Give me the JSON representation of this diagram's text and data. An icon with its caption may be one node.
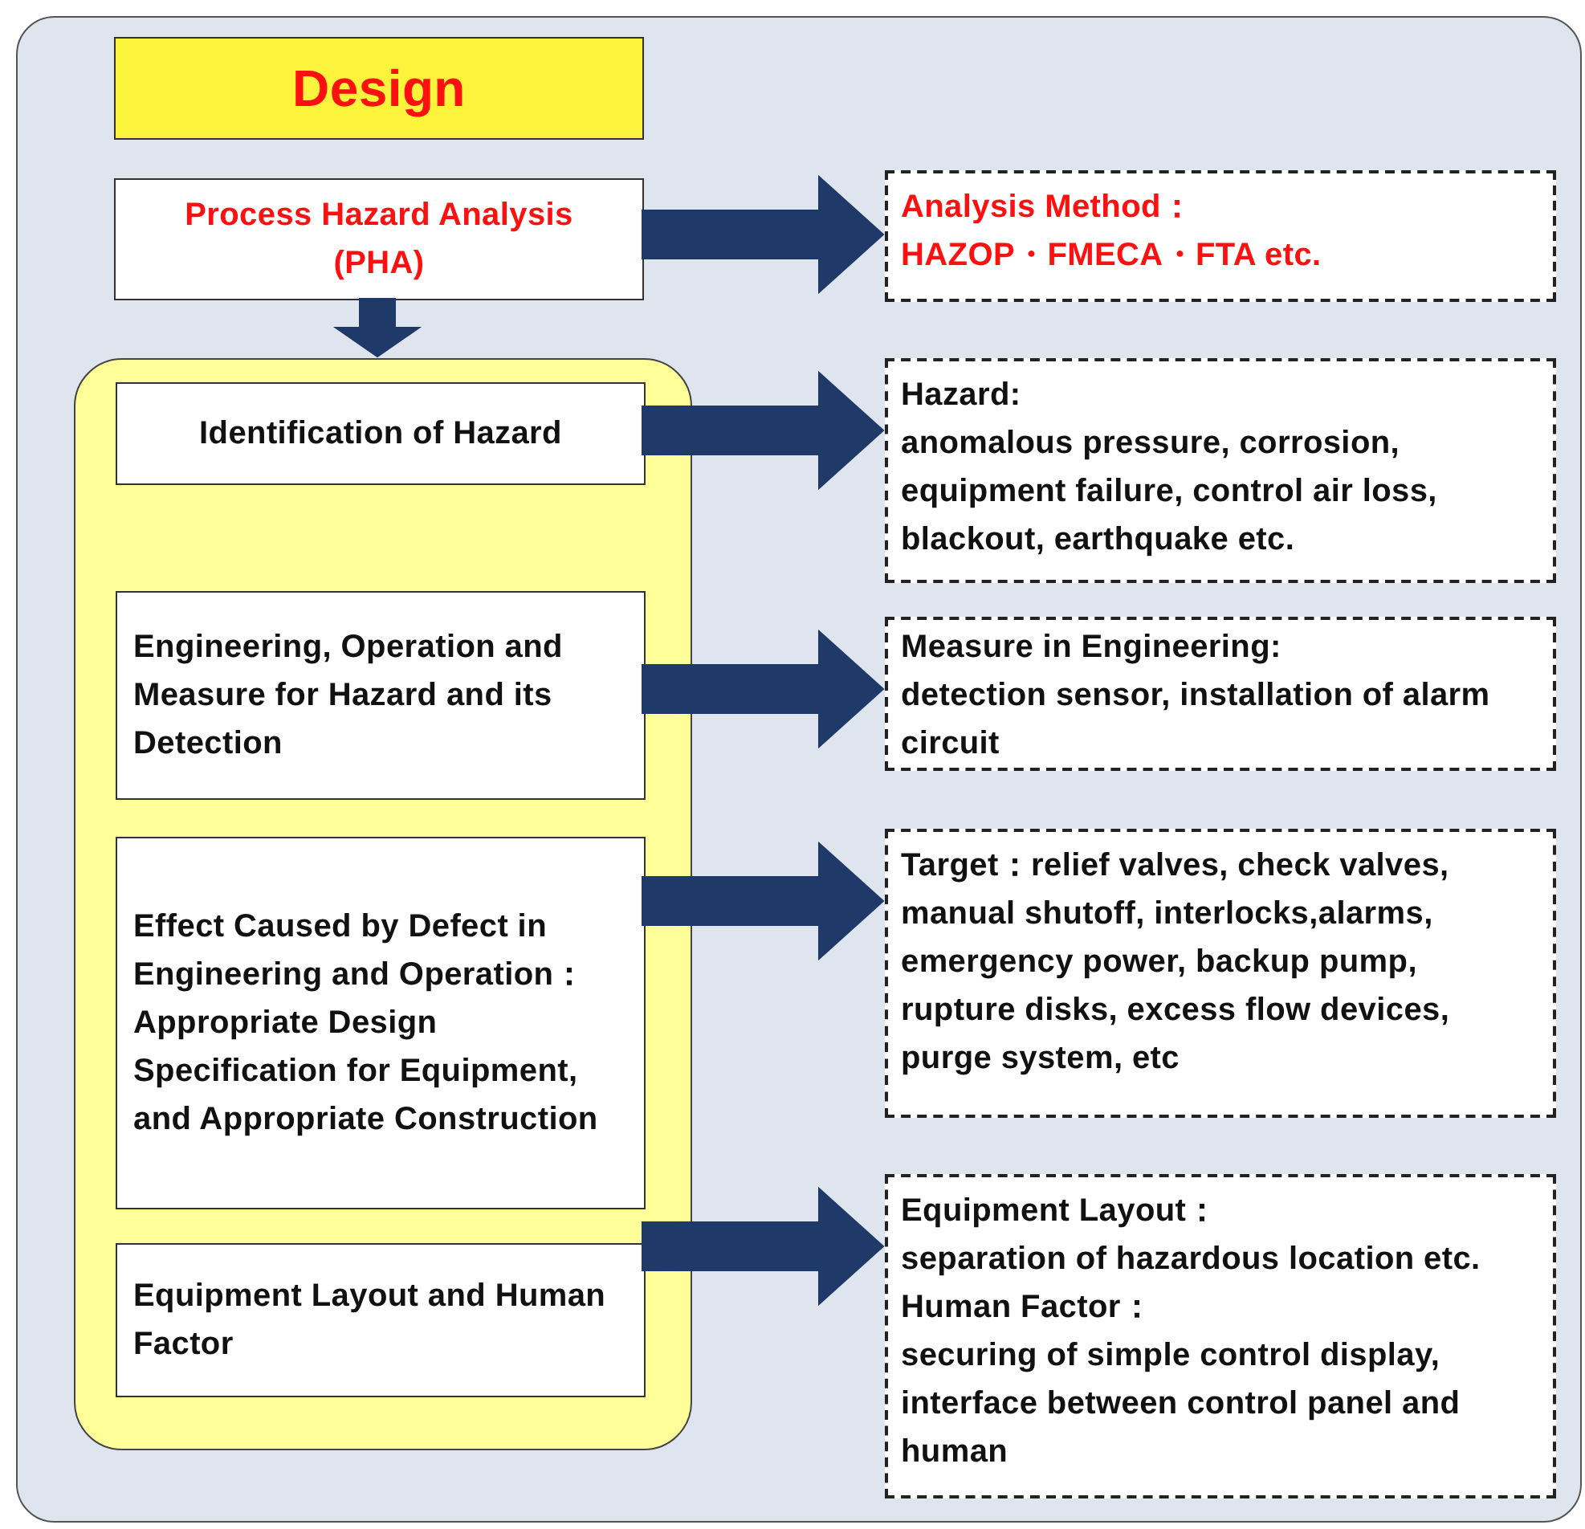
{
  "diagram": {
    "nodes": [
      {
        "text": [],
        "shape": "box"
      },
      {
        "text": [
          "Design"
        ],
        "in": 0
      },
      {
        "text": [
          "Process Hazard Analysis (PHA)"
        ],
        "in": 0
      },
      {
        "text": [
          "Analysis Method：",
          "HAZOP・FMECA・FTA etc."
        ],
        "in": 0
      },
      {
        "text": [],
        "shape": "box",
        "in": 0
      },
      {
        "text": [
          "Identification of Hazard"
        ],
        "in": 4
      },
      {
        "text": [
          "Engineering, Operation and Measure for Hazard and its Detection"
        ],
        "in": 4
      },
      {
        "text": [
          "Effect Caused by Defect in Engineering and Operation：Appropriate Design Specification for Equipment, and Appropriate Construction"
        ],
        "in": 4
      },
      {
        "text": [
          "Equipment Layout and Human Factor"
        ],
        "in": 4
      },
      {
        "text": [
          "Hazard:",
          "anomalous pressure, corrosion, equipment failure, control air loss, blackout, earthquake etc."
        ],
        "in": 0
      },
      {
        "text": [
          "Measure in Engineering:",
          "detection sensor, installation of alarm circuit"
        ],
        "in": 0
      },
      {
        "text": [
          "Target：relief valves, check valves, manual shutoff, interlocks,alarms, emergency power, backup pump, rupture disks, excess flow devices, purge system, etc"
        ],
        "in": 0
      },
      {
        "text": [
          "Equipment Layout：",
          "separation of hazardous location etc.",
          "Human Factor：",
          "securing of simple control display, interface between control panel and human"
        ],
        "in": 0
      }
    ],
    "edges": [
      {
        "from": 2,
        "to": 3,
        "arrow": "to",
        "style": "thick"
      },
      {
        "from": 2,
        "to": 4,
        "arrow": "to",
        "style": "thick"
      },
      {
        "from": 5,
        "to": 9,
        "arrow": "to",
        "style": "thick"
      },
      {
        "from": 6,
        "to": 10,
        "arrow": "to",
        "style": "thick"
      },
      {
        "from": 7,
        "to": 11,
        "arrow": "to",
        "style": "thick"
      },
      {
        "from": 8,
        "to": 12,
        "arrow": "to",
        "style": "thick"
      }
    ]
  }
}
